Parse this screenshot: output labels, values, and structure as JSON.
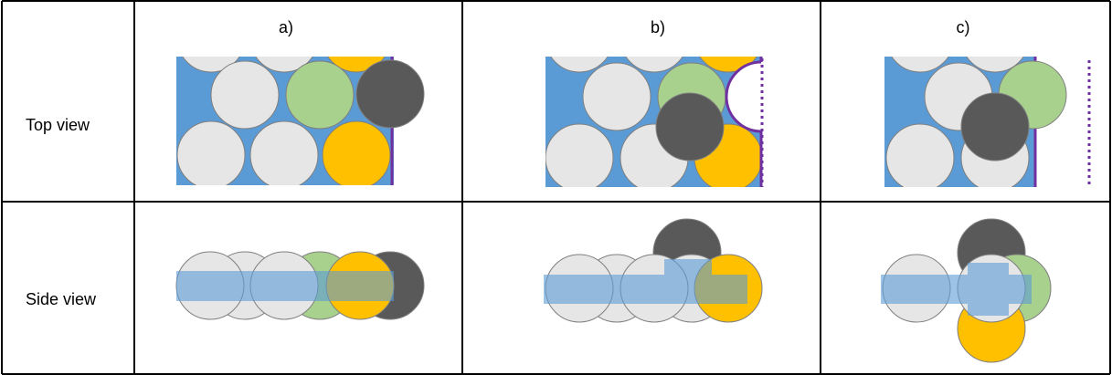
{
  "columns": [
    {
      "label": "a)"
    },
    {
      "label": "b)"
    },
    {
      "label": "c)"
    }
  ],
  "rows": [
    {
      "label": "Top view"
    },
    {
      "label": "Side view"
    }
  ],
  "colors": {
    "grid": "#000000",
    "plate": "#5b9bd5",
    "gray_disc": "#e7e6e6",
    "green_disc": "#a9d18e",
    "orange_disc": "#ffc000",
    "dark_disc": "#595959",
    "edge_line": "#7030a0"
  }
}
